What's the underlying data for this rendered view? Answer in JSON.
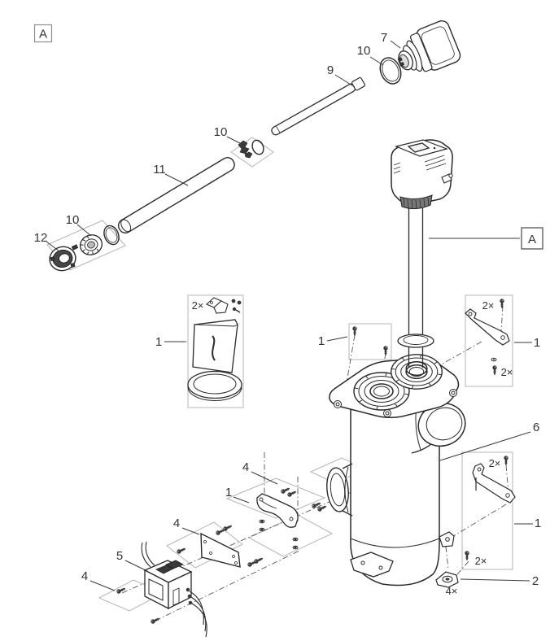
{
  "diagram": {
    "type": "exploded-parts-diagram",
    "colors": {
      "background": "#ffffff",
      "ink": "#2a2a2a",
      "muted_box": "#b5b5b5",
      "label_text": "#333333",
      "dark_fill": "#3a3a3a"
    },
    "labels": {
      "corner_view": "A",
      "pointer_view": "A",
      "p7": "7",
      "p10a": "10",
      "p9": "9",
      "p10b": "10",
      "p11": "11",
      "p10c": "10",
      "p12": "12",
      "kit_left": "1",
      "kit_mid": "1",
      "kit_right": "1",
      "p6": "6",
      "kit_bottom": "1",
      "p2": "2",
      "p4a": "4",
      "bracket1": "1",
      "p4b": "4",
      "p5": "5",
      "p4c": "4",
      "qty_left": "2×",
      "qty_right_top": "2×",
      "qty_right_bottom": "2×",
      "qty_bottom_top": "2×",
      "qty_bottom_bottom": "2×",
      "qty_clamp": "4×"
    }
  }
}
